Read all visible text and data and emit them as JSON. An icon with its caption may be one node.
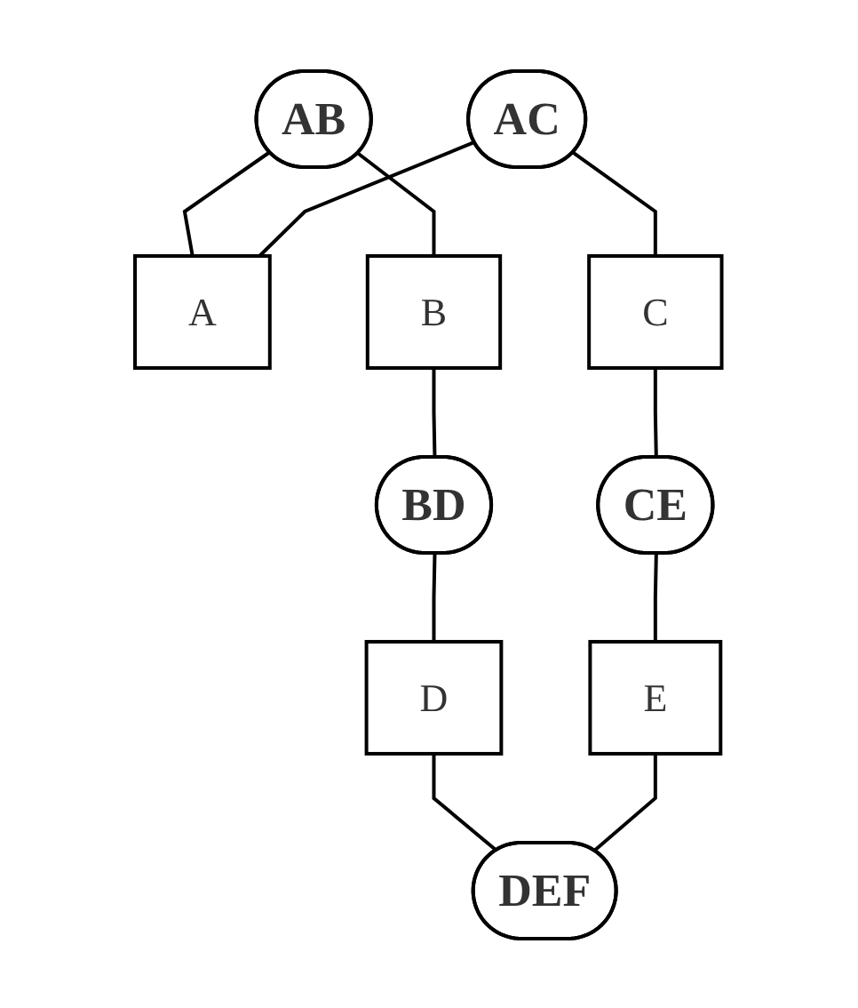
{
  "diagram": {
    "nodes": [
      {
        "text": [
          "AB"
        ]
      },
      {
        "text": [
          "A"
        ]
      },
      {
        "text": [
          "AC"
        ]
      },
      {
        "text": [
          "B"
        ]
      },
      {
        "text": [
          "C"
        ]
      },
      {
        "text": [
          "BD"
        ]
      },
      {
        "text": [
          "CE"
        ]
      },
      {
        "text": [
          "D"
        ]
      },
      {
        "text": [
          "E"
        ]
      },
      {
        "text": [
          "DEF"
        ]
      }
    ],
    "edges": [
      {
        "from": 0,
        "to": 1,
        "arrow": "none"
      },
      {
        "from": 2,
        "to": 1,
        "arrow": "none"
      },
      {
        "from": 0,
        "to": 3,
        "arrow": "none"
      },
      {
        "from": 3,
        "to": 5,
        "arrow": "none"
      },
      {
        "from": 2,
        "to": 4,
        "arrow": "none"
      },
      {
        "from": 4,
        "to": 6,
        "arrow": "none"
      },
      {
        "from": 5,
        "to": 7,
        "arrow": "none"
      },
      {
        "from": 7,
        "to": 9,
        "arrow": "none"
      },
      {
        "from": 6,
        "to": 8,
        "arrow": "none"
      },
      {
        "from": 8,
        "to": 9,
        "arrow": "none"
      }
    ]
  }
}
